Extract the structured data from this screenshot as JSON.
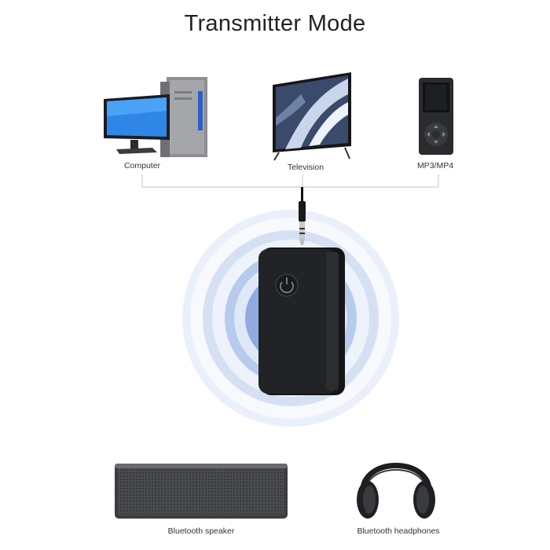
{
  "title": "Transmitter Mode",
  "sources": {
    "computer": {
      "label": "Computer",
      "icon": "computer-icon"
    },
    "television": {
      "label": "Television",
      "icon": "television-icon"
    },
    "mp3": {
      "label": "MP3/MP4",
      "icon": "mp3-player-icon"
    }
  },
  "device": {
    "icon": "bluetooth-transmitter-icon",
    "button_icon": "power-button-icon"
  },
  "outputs": {
    "speaker": {
      "label": "Bluetooth speaker",
      "icon": "bluetooth-speaker-icon"
    },
    "headphones": {
      "label": "Bluetooth headphones",
      "icon": "headphones-icon"
    }
  },
  "colors": {
    "signal_outer": "#e6edf8",
    "signal_mid": "#c8d6ef",
    "signal_inner": "#9fb6e2",
    "screen_blue": "#1f6fe0",
    "device_black": "#1c1c1e"
  }
}
